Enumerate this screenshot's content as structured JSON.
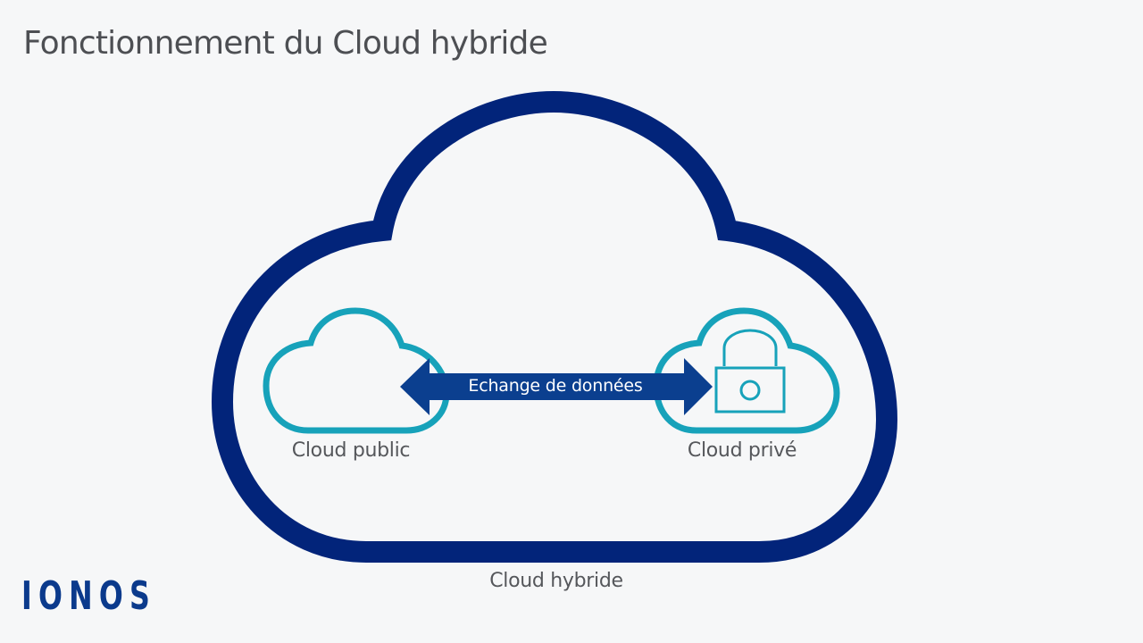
{
  "title": "Fonctionnement du Cloud hybride",
  "labels": {
    "public": "Cloud public",
    "private": "Cloud privé",
    "hybrid": "Cloud hybride",
    "exchange": "Echange de données"
  },
  "logo": "IONOS",
  "colors": {
    "background": "#f6f7f8",
    "hybrid_cloud_stroke": "#02247a",
    "small_cloud_stroke": "#17a2ba",
    "arrow_fill": "#0b3f8f",
    "text": "#55575b",
    "logo": "#0b3a8c"
  },
  "icons": {
    "hybrid": "cloud-outline-icon",
    "public": "cloud-outline-icon",
    "private": "cloud-lock-icon",
    "exchange": "double-arrow-icon"
  }
}
